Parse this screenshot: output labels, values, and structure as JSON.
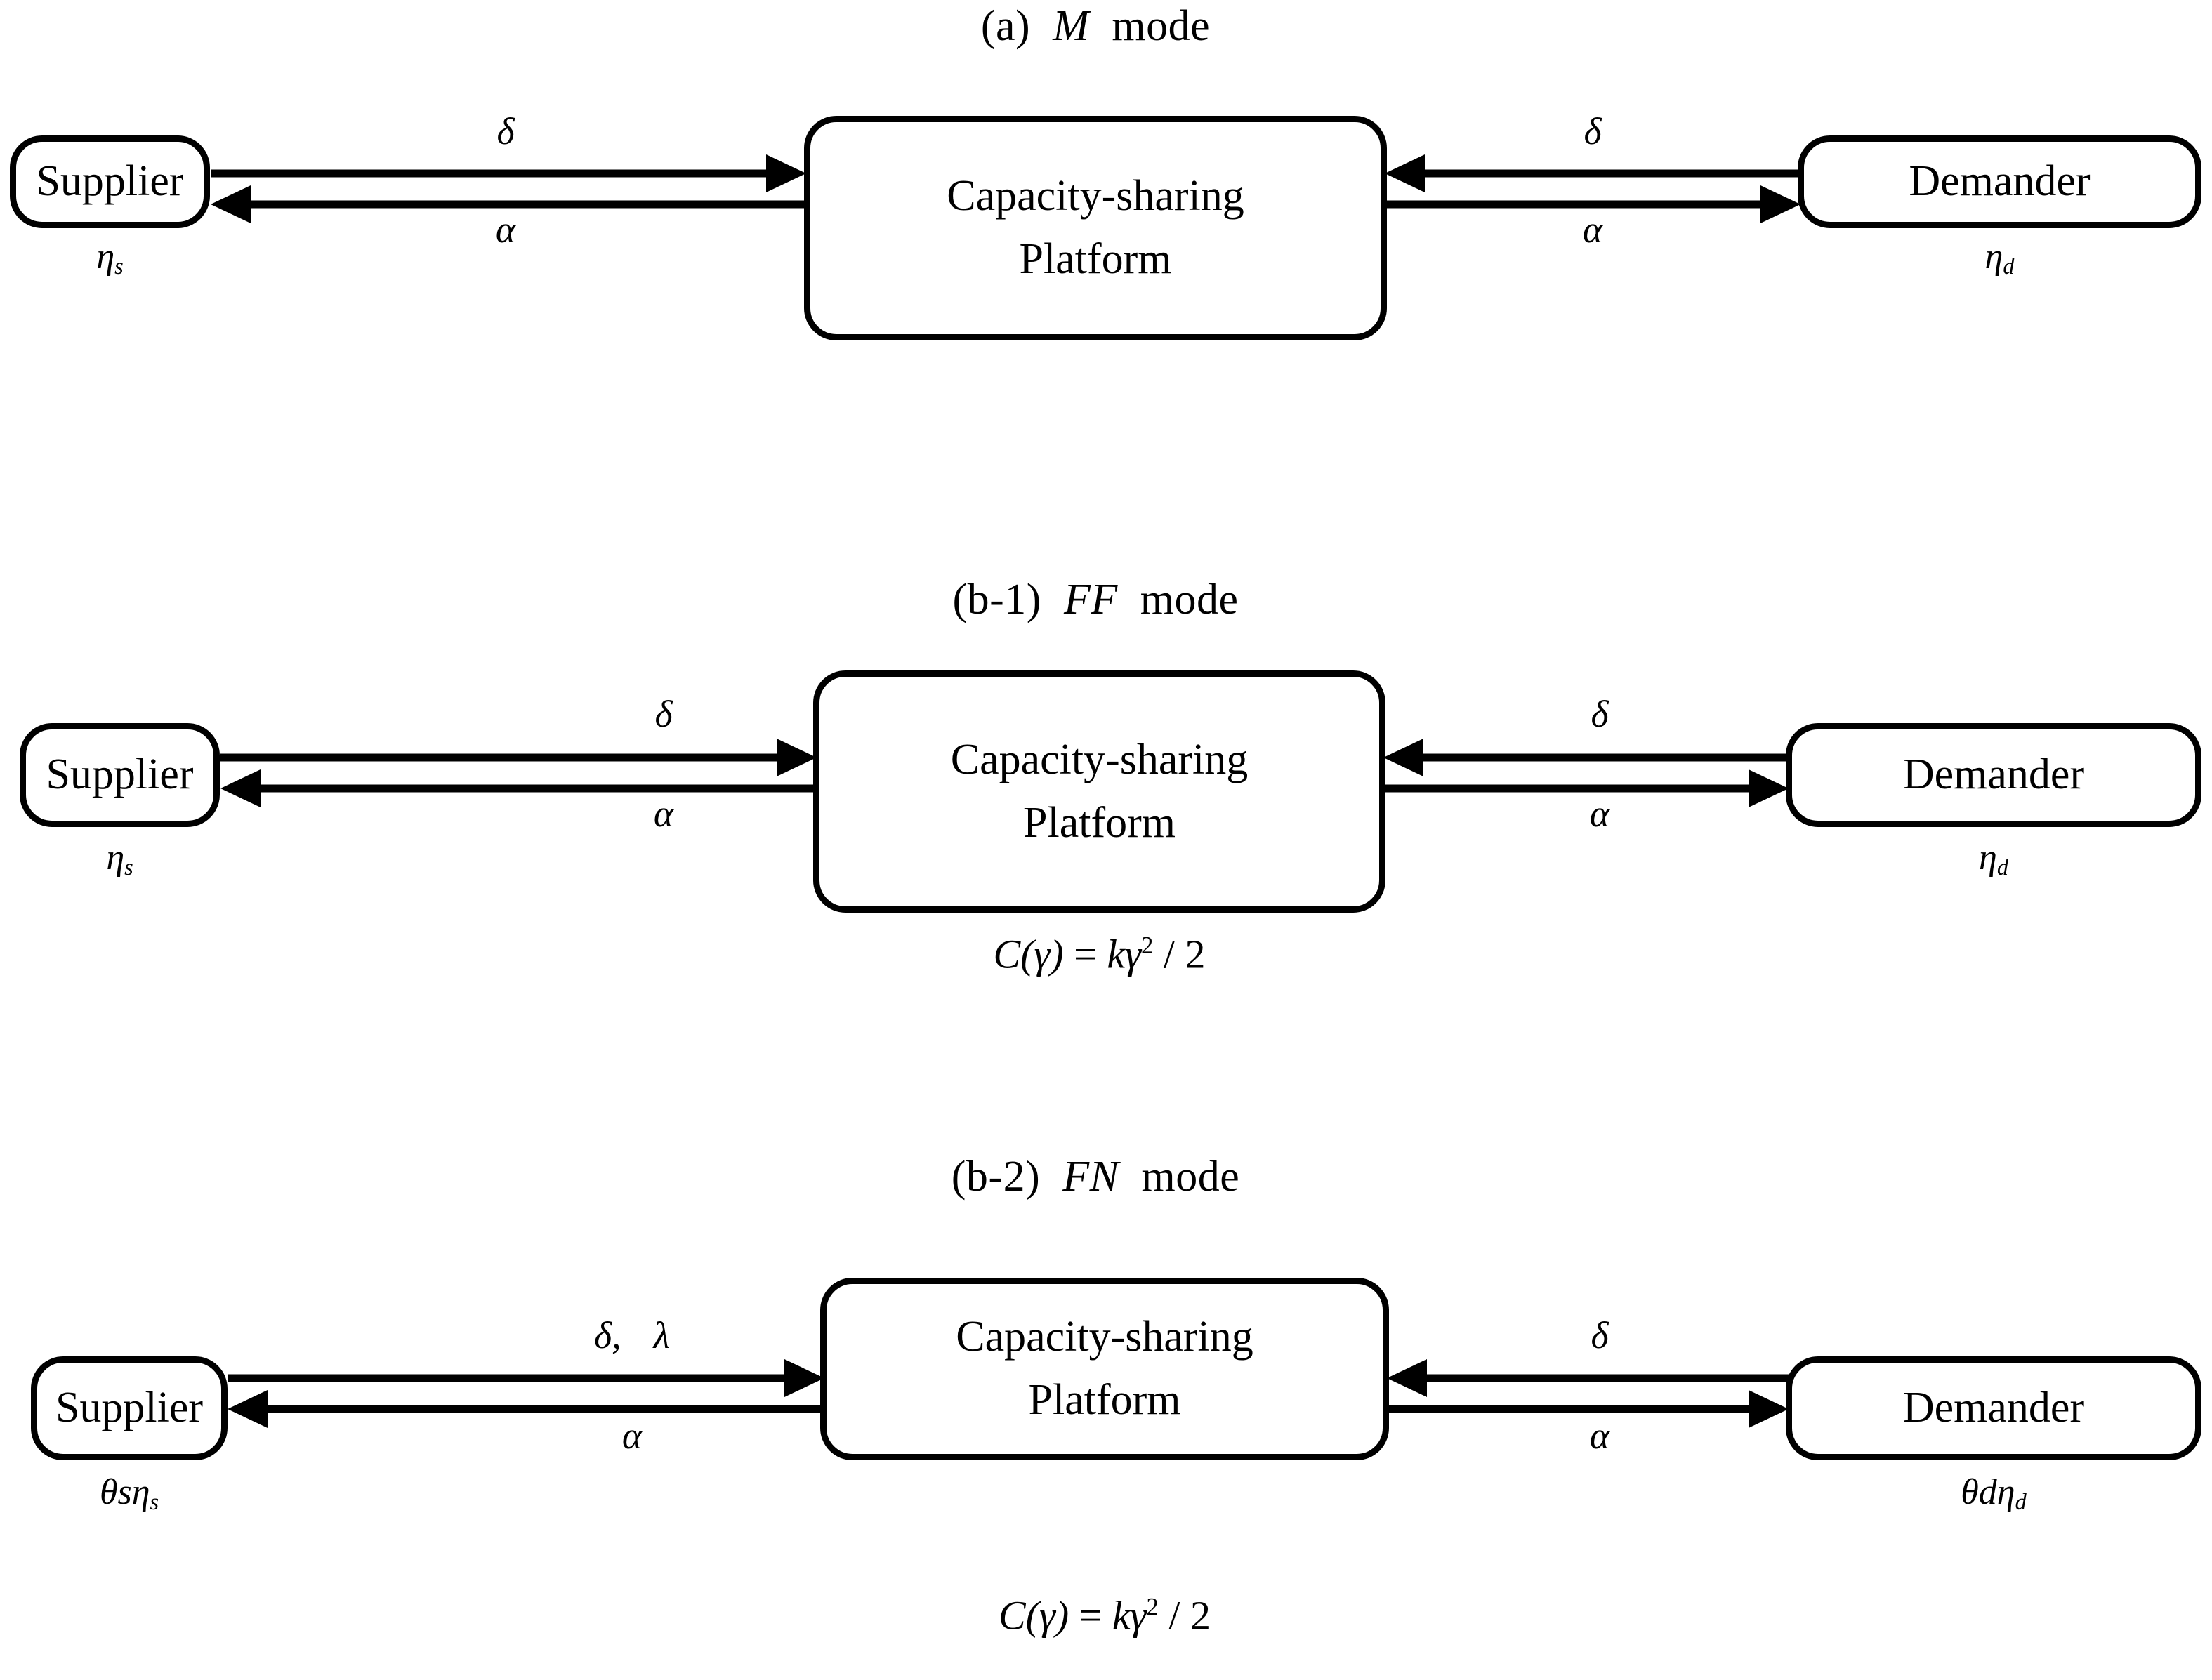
{
  "figure": {
    "kind": "three-panel block diagram of capacity-sharing supply chain modes",
    "background": "#ffffff",
    "line_color": "#000000"
  },
  "panels": [
    {
      "id": "a",
      "title_prefix": "(a)",
      "title_mode": "M",
      "title_suffix": "mode",
      "title_full": "(a) M mode",
      "supplier": {
        "label": "Supplier",
        "sub_label": "η",
        "sub_label_sub": "s",
        "sub_label_full": "ηs"
      },
      "platform": {
        "label_line1": "Capacity-sharing",
        "label_line2": "Platform"
      },
      "demander": {
        "label": "Demander",
        "sub_label": "η",
        "sub_label_sub": "d",
        "sub_label_full": "ηd"
      },
      "left_edge": {
        "top_label": "δ",
        "bottom_label": "α",
        "top_dir": "right",
        "bottom_dir": "left"
      },
      "right_edge": {
        "top_label": "δ",
        "bottom_label": "α",
        "top_dir": "left",
        "bottom_dir": "right"
      },
      "formula": null
    },
    {
      "id": "b-1",
      "title_prefix": "(b-1)",
      "title_mode": "FF",
      "title_suffix": "mode",
      "title_full": "(b-1) FF mode",
      "supplier": {
        "label": "Supplier",
        "sub_label": "η",
        "sub_label_sub": "s",
        "sub_label_full": "ηs"
      },
      "platform": {
        "label_line1": "Capacity-sharing",
        "label_line2": "Platform"
      },
      "demander": {
        "label": "Demander",
        "sub_label": "η",
        "sub_label_sub": "d",
        "sub_label_full": "ηd"
      },
      "left_edge": {
        "top_label": "δ",
        "bottom_label": "α",
        "top_dir": "right",
        "bottom_dir": "left"
      },
      "right_edge": {
        "top_label": "δ",
        "bottom_label": "α",
        "top_dir": "left",
        "bottom_dir": "right"
      },
      "formula": {
        "lhs": "C(γ)",
        "eq": "=",
        "rhs_base": "kγ",
        "rhs_exp": "2",
        "rhs_tail": "/ 2",
        "full": "C(γ) = kγ² / 2"
      }
    },
    {
      "id": "b-2",
      "title_prefix": "(b-2)",
      "title_mode": "FN",
      "title_suffix": "mode",
      "title_full": "(b-2) FN mode",
      "supplier": {
        "label": "Supplier",
        "sub_label": "θsη",
        "sub_label_sub": "s",
        "sub_label_full": "θsηs"
      },
      "platform": {
        "label_line1": "Capacity-sharing",
        "label_line2": "Platform"
      },
      "demander": {
        "label": "Demander",
        "sub_label": "θdη",
        "sub_label_sub": "d",
        "sub_label_full": "θdηd"
      },
      "left_edge": {
        "top_label_a": "δ,",
        "top_label_b": "λ",
        "bottom_label": "α",
        "top_dir": "right",
        "bottom_dir": "left"
      },
      "right_edge": {
        "top_label": "δ",
        "bottom_label": "α",
        "top_dir": "left",
        "bottom_dir": "right"
      },
      "formula": {
        "lhs": "C(γ)",
        "eq": "=",
        "rhs_base": "kγ",
        "rhs_exp": "2",
        "rhs_tail": "/ 2",
        "full": "C(γ) = kγ² / 2"
      }
    }
  ]
}
